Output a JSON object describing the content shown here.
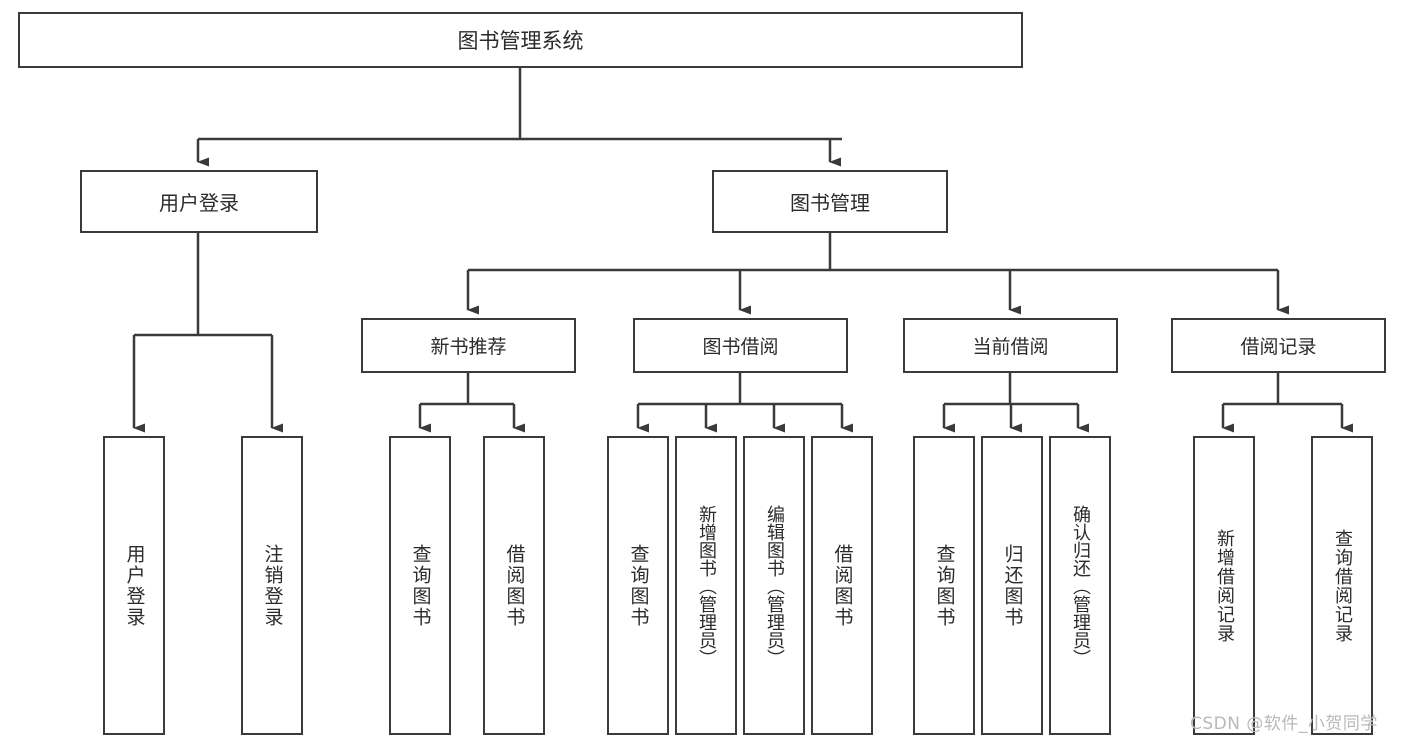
{
  "diagram": {
    "type": "tree-hierarchy",
    "title": "图书管理系统",
    "watermark": "CSDN @软件_小贺同学",
    "colors": {
      "box_border": "#3a3a3a",
      "box_fill": "#ffffff",
      "text": "#2b2b2b",
      "edge": "#3a3a3a",
      "watermark": "#b9b9b9",
      "background": "#ffffff"
    },
    "nodes": {
      "root": {
        "label": "图书管理系统"
      },
      "level2": [
        {
          "label": "用户登录"
        },
        {
          "label": "图书管理"
        }
      ],
      "level3": [
        {
          "label": "新书推荐"
        },
        {
          "label": "图书借阅"
        },
        {
          "label": "当前借阅"
        },
        {
          "label": "借阅记录"
        }
      ],
      "leaves": {
        "user_login": [
          {
            "label": "用户登录"
          },
          {
            "label": "注销登录"
          }
        ],
        "new_book_recommend": [
          {
            "label": "查询图书"
          },
          {
            "label": "借阅图书"
          }
        ],
        "book_borrow": [
          {
            "label": "查询图书"
          },
          {
            "label": "新增图书（管理员）"
          },
          {
            "label": "编辑图书（管理员）"
          },
          {
            "label": "借阅图书"
          }
        ],
        "current_borrow": [
          {
            "label": "查询图书"
          },
          {
            "label": "归还图书"
          },
          {
            "label": "确认归还（管理员）"
          }
        ],
        "borrow_record": [
          {
            "label": "新增借阅记录"
          },
          {
            "label": "查询借阅记录"
          }
        ]
      }
    }
  }
}
